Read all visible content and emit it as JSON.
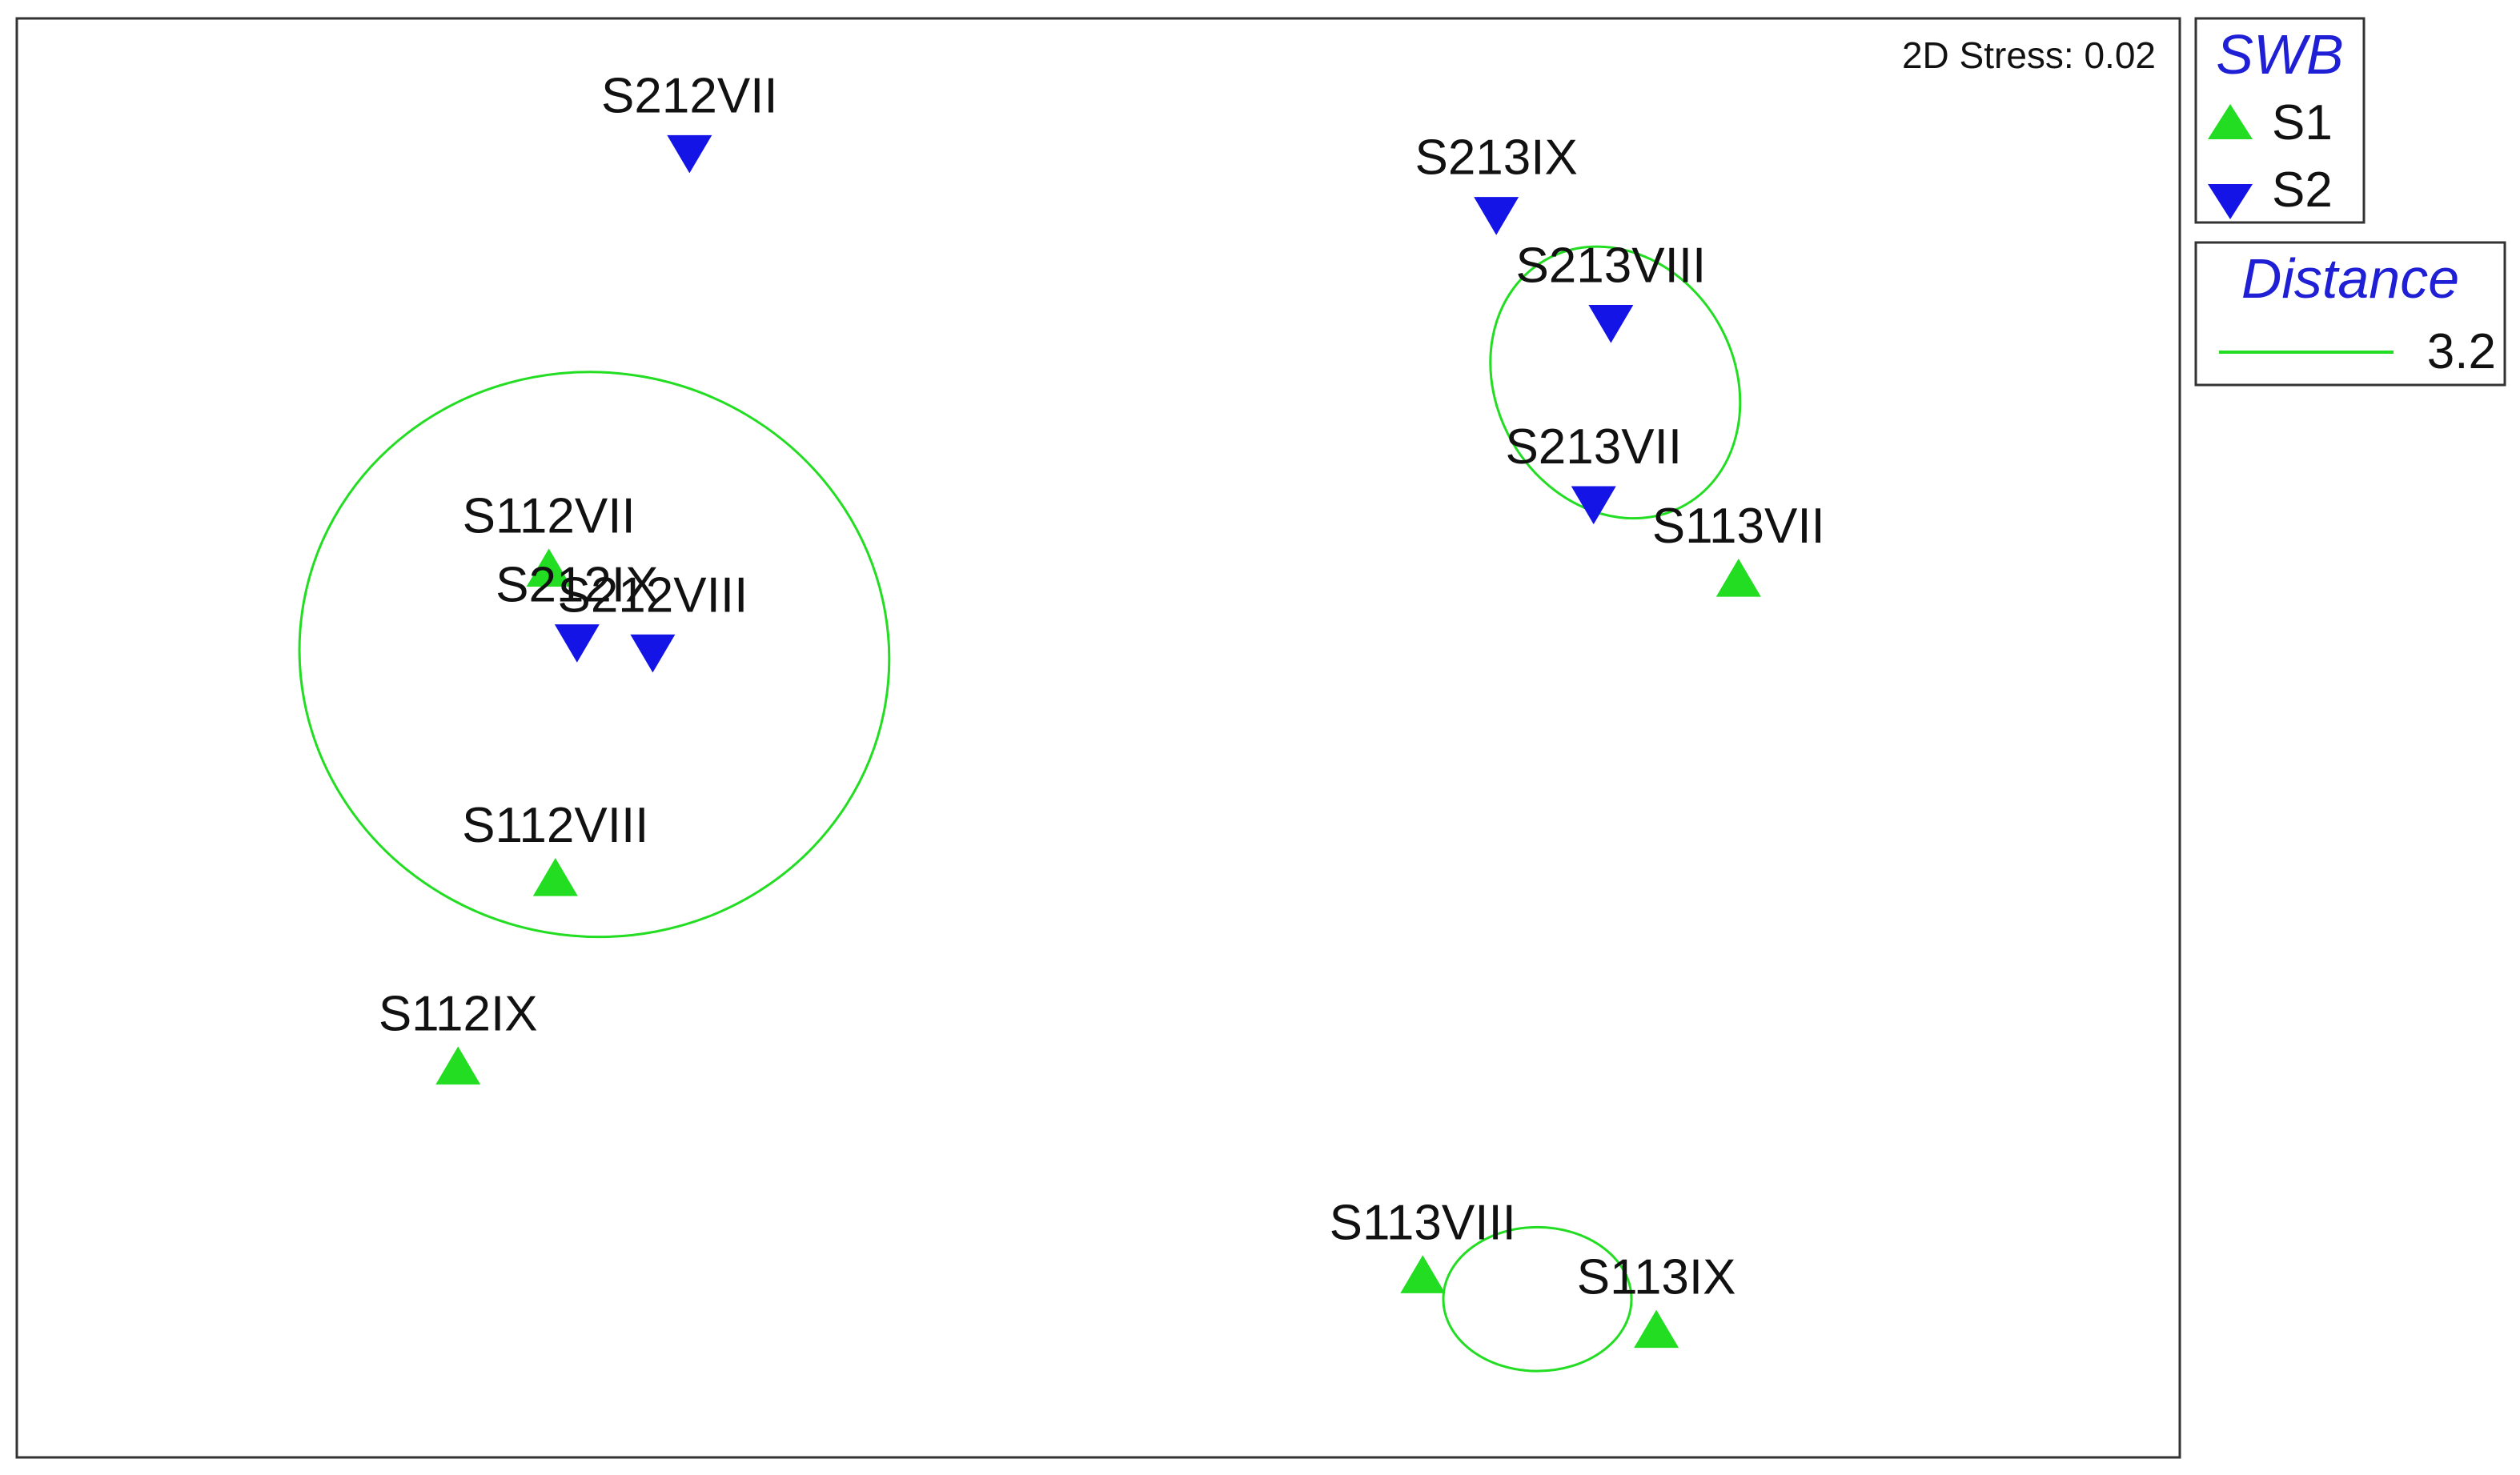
{
  "chart_data": {
    "type": "scatter",
    "title": "",
    "stress_label": "2D Stress: 0.02",
    "xlim": [
      0,
      1
    ],
    "ylim": [
      0,
      1
    ],
    "colors": {
      "S1": "#22dd22",
      "S2": "#1414e6",
      "ellipse": "#22dd22"
    },
    "points": [
      {
        "label": "S212VII",
        "group": "S2",
        "x": 0.311,
        "y": 0.908
      },
      {
        "label": "S112VII",
        "group": "S1",
        "x": 0.246,
        "y": 0.616
      },
      {
        "label": "S212IX",
        "group": "S2",
        "x": 0.259,
        "y": 0.568
      },
      {
        "label": "S212VIII",
        "group": "S2",
        "x": 0.294,
        "y": 0.561
      },
      {
        "label": "S112VIII",
        "group": "S1",
        "x": 0.249,
        "y": 0.401
      },
      {
        "label": "S112IX",
        "group": "S1",
        "x": 0.204,
        "y": 0.27
      },
      {
        "label": "S213IX",
        "group": "S2",
        "x": 0.684,
        "y": 0.865
      },
      {
        "label": "S213VIII",
        "group": "S2",
        "x": 0.737,
        "y": 0.79
      },
      {
        "label": "S213VII",
        "group": "S2",
        "x": 0.729,
        "y": 0.664
      },
      {
        "label": "S113VII",
        "group": "S1",
        "x": 0.796,
        "y": 0.609
      },
      {
        "label": "S113VIII",
        "group": "S1",
        "x": 0.65,
        "y": 0.125
      },
      {
        "label": "S113IX",
        "group": "S1",
        "x": 0.758,
        "y": 0.087
      }
    ],
    "clusters": [
      {
        "cx": 0.267,
        "cy": 0.558,
        "rx": 0.273,
        "ry": 0.392,
        "angle": 10
      },
      {
        "cx": 0.739,
        "cy": 0.747,
        "rx": 0.11,
        "ry": 0.196,
        "angle": -30
      },
      {
        "cx": 0.703,
        "cy": 0.11,
        "rx": 0.087,
        "ry": 0.1,
        "angle": 0
      }
    ]
  },
  "legend": {
    "group_title": "SWB",
    "groups": [
      {
        "name": "S1",
        "symbol": "triangle-up"
      },
      {
        "name": "S2",
        "symbol": "triangle-down"
      }
    ],
    "distance_title": "Distance",
    "distance_value": "3.2"
  }
}
